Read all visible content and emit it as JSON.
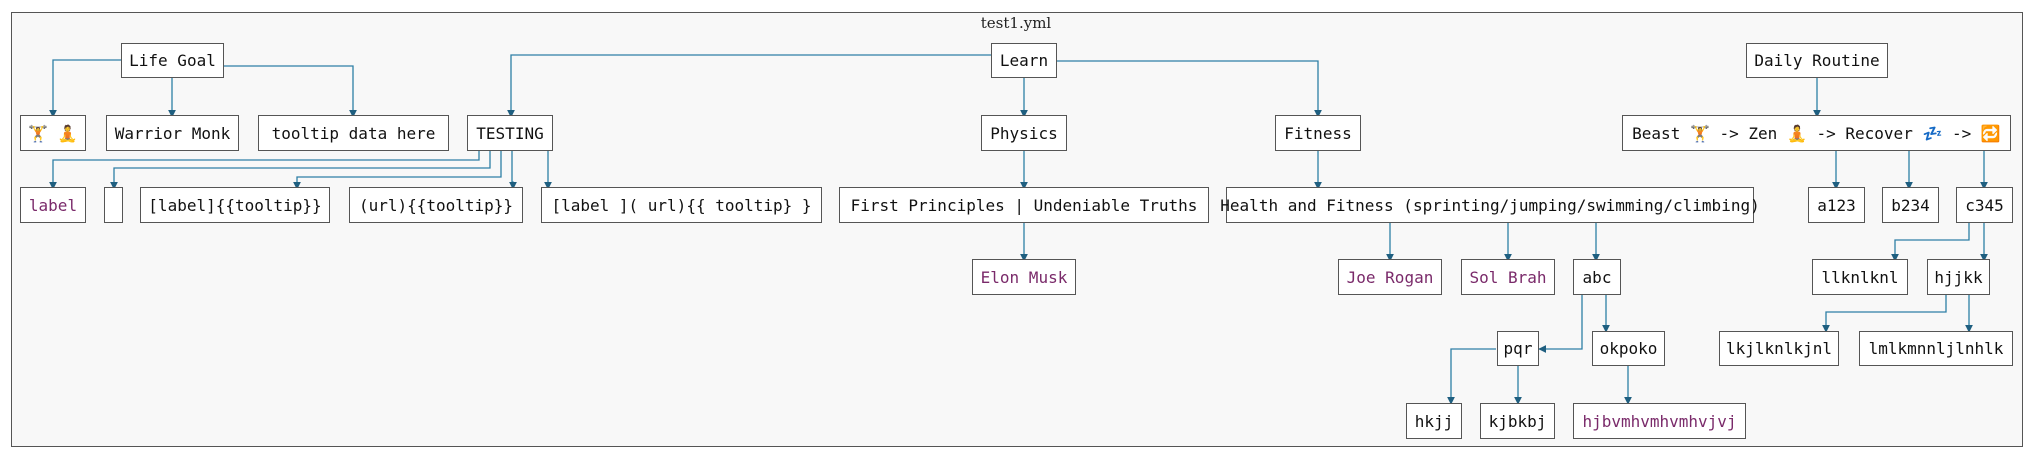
{
  "title": "test1.yml",
  "colors": {
    "edge": "#2e7fa6",
    "link_text": "#7a2a6a",
    "frame_bg": "#f8f8f8",
    "node_border": "#555555"
  },
  "nodes": {
    "life_goal": "Life Goal",
    "emoji_pair": "🏋 🧘",
    "warrior_monk": "Warrior Monk",
    "tooltip_data": "tooltip data here",
    "learn": "Learn",
    "testing": "TESTING",
    "label": "label",
    "empty": "",
    "label_tooltip": "[label]{{tooltip}}",
    "url_tooltip": "(url){{tooltip}}",
    "label_url_tooltip": "[label ]( url){{ tooltip} }",
    "physics": "Physics",
    "first_principles": "First Principles | Undeniable Truths",
    "elon_musk": "Elon Musk",
    "fitness": "Fitness",
    "health_fitness": "Health and Fitness (sprinting/jumping/swimming/climbing)",
    "joe_rogan": "Joe Rogan",
    "sol_brah": "Sol Brah",
    "abc": "abc",
    "pqr": "pqr",
    "okpoko": "okpoko",
    "hkjj": "hkjj",
    "kjbkbj": "kjbkbj",
    "hjbvm": "hjbvmhvmhvmhvjvj",
    "daily_routine": "Daily Routine",
    "beast_zen": "Beast 🏋 -> Zen 🧘 -> Recover 💤 -> 🔁",
    "a123": "a123",
    "b234": "b234",
    "c345": "c345",
    "llknlknl": "llknlknl",
    "hjjkk": "hjjkk",
    "lkjlknlkjnl": "lkjlknlkjnl",
    "lmlkmnn": "lmlkmnnljlnhlk"
  }
}
